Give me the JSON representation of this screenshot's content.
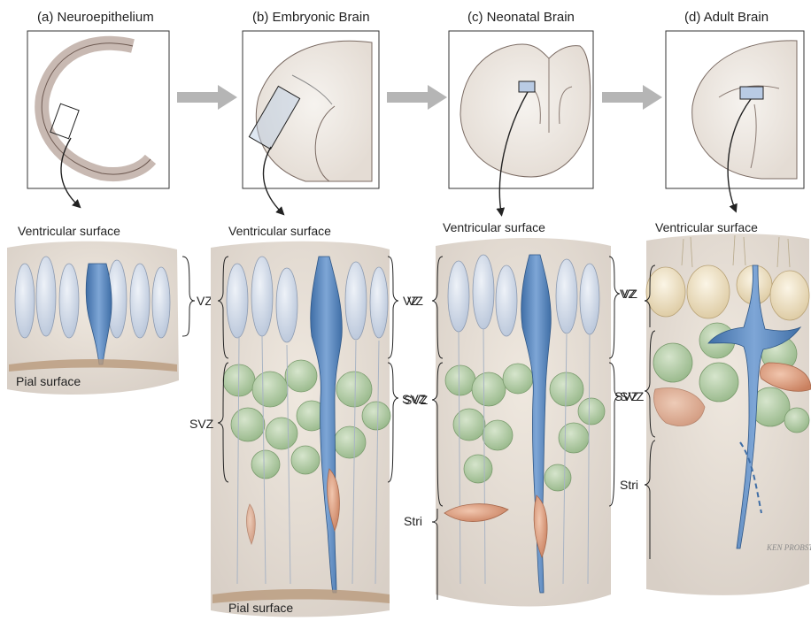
{
  "panels": [
    {
      "title": "(a) Neuroepithelium",
      "top_label": "Ventricular surface",
      "zones": [
        "VZ"
      ],
      "bottom_label": "Pial surface"
    },
    {
      "title": "(b) Embryonic Brain",
      "top_label": "Ventricular surface",
      "zones": [
        "VZ",
        "SVZ"
      ],
      "bottom_label": "Pial surface"
    },
    {
      "title": "(c) Neonatal Brain",
      "top_label": "Ventricular surface",
      "zones": [
        "VZ",
        "SVZ",
        "Stri"
      ]
    },
    {
      "title": "(d) Adult Brain",
      "top_label": "Ventricular surface",
      "zones": [
        "VZ",
        "SVZ",
        "Stri"
      ]
    }
  ],
  "signature": "KEN PROBST",
  "colors": {
    "radial_glia": "#5b86b8",
    "vz_cells": "#c9d3e3",
    "svz_cells": "#a7c79a",
    "migrating_neuron": "#d79a7c",
    "ependymal": "#eadcb8",
    "tissue": "#e6ddd3",
    "arrow": "#b5b5b5"
  },
  "icons": [
    "right-arrow-icon",
    "curved-arrow-icon"
  ]
}
